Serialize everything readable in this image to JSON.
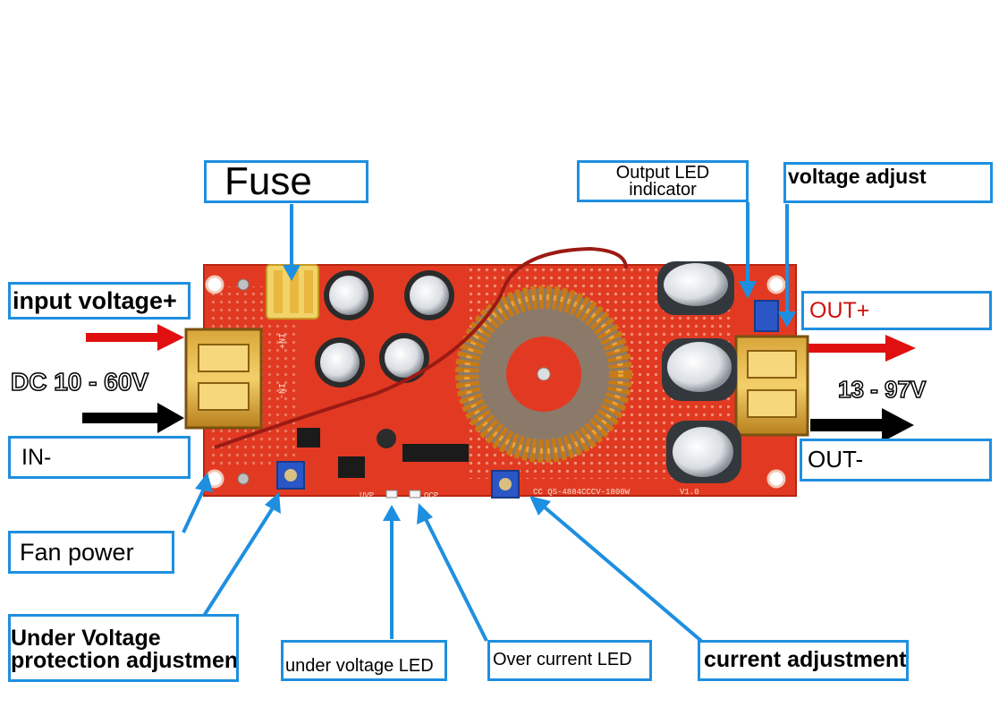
{
  "labels": {
    "fuse": "Fuse",
    "output_led": [
      "Output LED",
      "indicator"
    ],
    "voltage_adjust": "voltage adjust",
    "input_voltage_plus": "input voltage+",
    "out_plus": "OUT+",
    "dc_input_range": "DC 10 - 60V",
    "output_range": "13 - 97V",
    "in_minus": "IN-",
    "out_minus": "OUT-",
    "fan_power": "Fan power",
    "under_voltage_protection": [
      "Under Voltage",
      "protection adjustment"
    ],
    "under_voltage_led": "under voltage LED",
    "over_current_led": "Over current LED",
    "current_adjustment": "current adjustment"
  },
  "board_markings": {
    "model": "CC QS-4884CCCV-1800W",
    "version": "V1.0",
    "uvp": "UVP",
    "ocp": "OCP",
    "in_plus": "IN+",
    "in_minus": "IN-"
  },
  "colors": {
    "callout_border": "#1e8fe0",
    "arrow_blue": "#1e8fe0",
    "arrow_red": "#e01010",
    "arrow_black": "#000000",
    "out_plus_text": "#d01010",
    "pcb": "#e23a22"
  }
}
